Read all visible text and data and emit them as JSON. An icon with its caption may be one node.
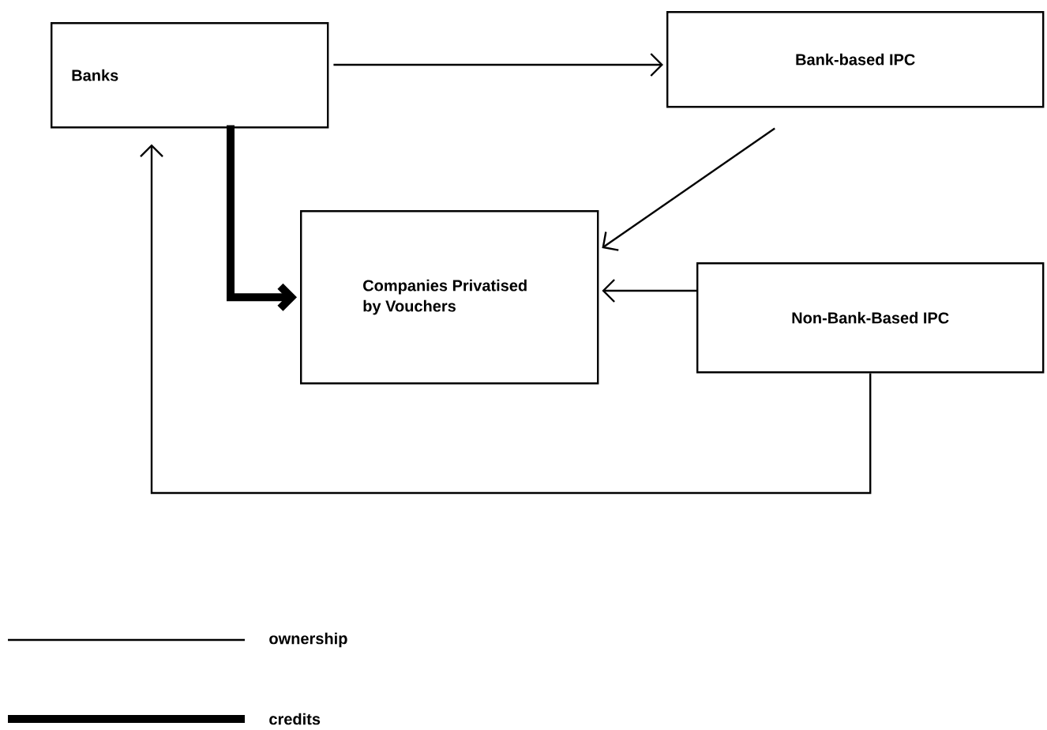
{
  "diagram": {
    "nodes": [
      {
        "text": [
          "Banks"
        ]
      },
      {
        "text": [
          "Bank-based IPC"
        ]
      },
      {
        "text": [
          "Companies Privatised by Vouchers"
        ]
      },
      {
        "text": [
          "Non-Bank-Based IPC"
        ]
      }
    ],
    "edges": [
      {
        "from": 0,
        "to": 1,
        "arrow": "to"
      },
      {
        "from": 0,
        "to": 2,
        "arrow": "to",
        "style": "thick"
      },
      {
        "from": 1,
        "to": 2,
        "arrow": "to"
      },
      {
        "from": 3,
        "to": 2,
        "arrow": "to"
      },
      {
        "from": 3,
        "to": 0,
        "arrow": "to"
      }
    ],
    "legend": [
      {
        "text": "ownership"
      },
      {
        "text": "credits"
      }
    ]
  }
}
